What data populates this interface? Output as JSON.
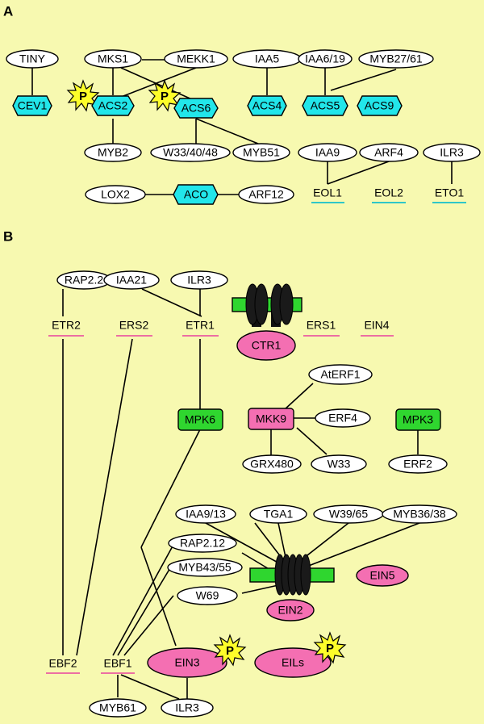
{
  "panels": {
    "a": "A",
    "b": "B"
  },
  "a": {
    "tiny": "TINY",
    "mks1": "MKS1",
    "mekk1": "MEKK1",
    "iaa5": "IAA5",
    "iaa6_19": "IAA6/19",
    "myb27_61": "MYB27/61",
    "cev1": "CEV1",
    "acs2": "ACS2",
    "acs6": "ACS6",
    "acs4": "ACS4",
    "acs5": "ACS5",
    "acs9": "ACS9",
    "myb2": "MYB2",
    "w33_40_48": "W33/40/48",
    "myb51": "MYB51",
    "iaa9": "IAA9",
    "arf4": "ARF4",
    "ilr3": "ILR3",
    "eol1": "EOL1",
    "eol2": "EOL2",
    "eto1": "ETO1",
    "lox2": "LOX2",
    "aco": "ACO",
    "arf12": "ARF12",
    "p1": "P",
    "p2": "P"
  },
  "b": {
    "rap22": "RAP2.2",
    "iaa21": "IAA21",
    "ilr3": "ILR3",
    "etr2": "ETR2",
    "ers2": "ERS2",
    "etr1": "ETR1",
    "ers1": "ERS1",
    "ein4": "EIN4",
    "ctr1": "CTR1",
    "aterf1": "AtERF1",
    "mpk6": "MPK6",
    "mkk9": "MKK9",
    "erf4": "ERF4",
    "mpk3": "MPK3",
    "grx480": "GRX480",
    "w33": "W33",
    "erf2": "ERF2",
    "iaa9_13": "IAA9/13",
    "tga1": "TGA1",
    "w39_65": "W39/65",
    "myb36_38": "MYB36/38",
    "rap212": "RAP2.12",
    "myb43_55": "MYB43/55",
    "w69": "W69",
    "ein5": "EIN5",
    "ein2": "EIN2",
    "ebf2": "EBF2",
    "ebf1": "EBF1",
    "ein3": "EIN3",
    "eils": "EILs",
    "myb61": "MYB61",
    "ilr3b": "ILR3",
    "p1": "P",
    "p2": "P"
  },
  "colors": {
    "background": "#f7f9b0",
    "cyan": "#22e6ea",
    "pink": "#f46fb2",
    "green": "#2fd62f",
    "star": "#fdfd2a"
  }
}
